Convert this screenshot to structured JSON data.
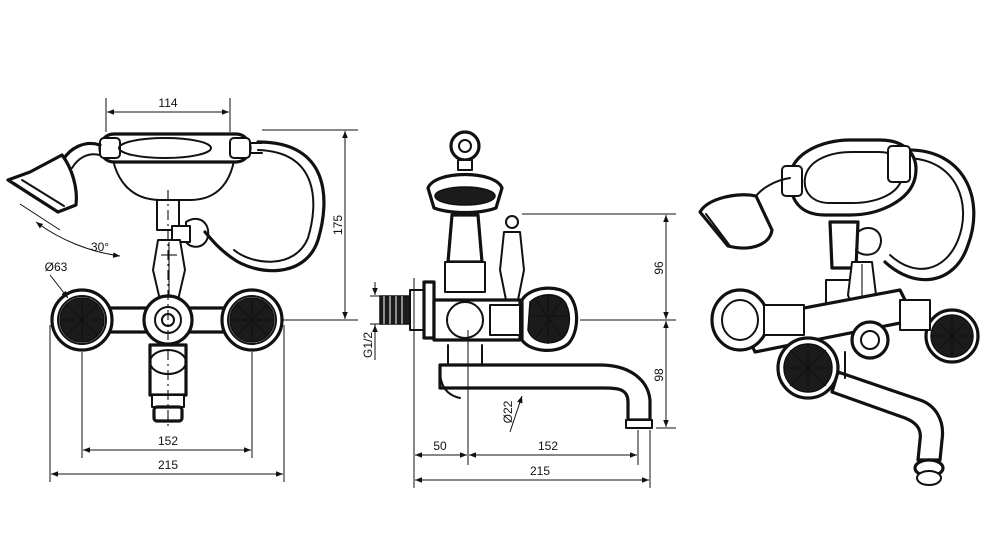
{
  "dimensions": {
    "front": {
      "handset_width": "114",
      "height": "175",
      "angle": "30°",
      "handle_diameter": "Ø63",
      "centers": "152",
      "overall": "215"
    },
    "side": {
      "upper": "96",
      "lower": "98",
      "thread": "G1/2",
      "spout_diameter": "Ø22",
      "wall_offset": "50",
      "spout_reach": "152",
      "overall": "215"
    }
  }
}
